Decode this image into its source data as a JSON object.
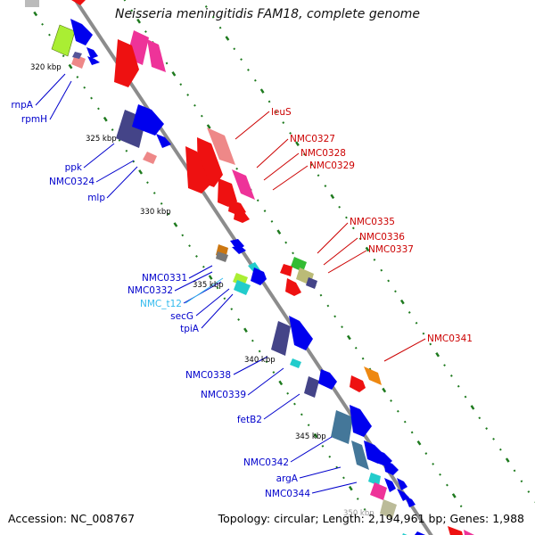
{
  "title": "Neisseria meningitidis FAM18, complete genome",
  "footer": {
    "accession": "Accession: NC_008767",
    "summary": "Topology: circular; Length: 2,194,961 bp; Genes: 1,988"
  },
  "colors": {
    "backbone": "#8c8c8c",
    "tick": "#1e7a1e",
    "label_forward": "#cc0000",
    "label_reverse": "#0000cc",
    "label_rna": "#33bbee"
  },
  "kbp_labels": [
    "320 kbp",
    "325 kbp",
    "330 kbp",
    "335 kbp",
    "340 kbp",
    "345 kbp",
    "350 kbp"
  ],
  "forward_labels": [
    "leuS",
    "NMC0327",
    "NMC0328",
    "NMC0329",
    "NMC0335",
    "NMC0336",
    "NMC0337",
    "NMC0341"
  ],
  "reverse_labels": [
    "rnpA",
    "rpmH",
    "ppk",
    "NMC0324",
    "mlp",
    "NMC0331",
    "NMC0332",
    "NMC_t12",
    "secG",
    "tpiA",
    "NMC0338",
    "NMC0339",
    "fetB2",
    "NMC0342",
    "argA",
    "NMC0344"
  ]
}
